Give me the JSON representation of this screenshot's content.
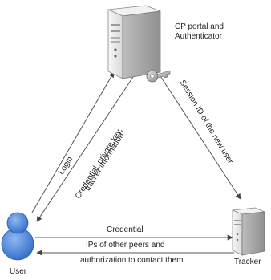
{
  "diagram": {
    "nodes": {
      "server": {
        "label_line1": "CP portal and",
        "label_line2": "Authenticator",
        "icon": "server-icon"
      },
      "user": {
        "label": "User",
        "icon": "user-icon"
      },
      "tracker": {
        "label": "Tracker",
        "icon": "server-icon"
      }
    },
    "edges": {
      "login": "Login",
      "credential_private_key_line1": "Credential, private key,",
      "credential_private_key_line2": "tracker information",
      "session_id": "Session ID of the new user",
      "credential": "Credential",
      "ips_line1": "IPs of other peers and",
      "ips_line2": "authorization to contact them"
    },
    "colors": {
      "line": "#555555",
      "user_blue": "#3f7cd6",
      "server_light": "#ececec",
      "server_dark": "#a9a9a9"
    }
  }
}
